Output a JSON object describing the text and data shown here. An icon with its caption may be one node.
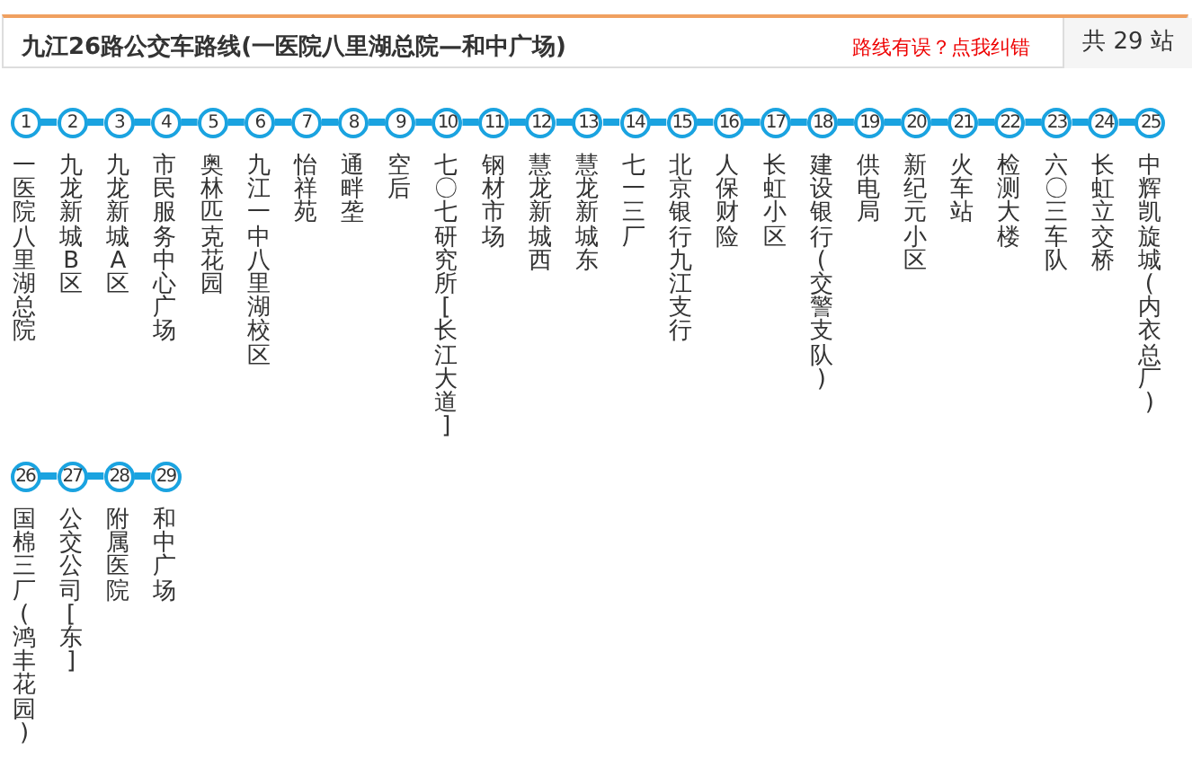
{
  "diagram": {
    "title": "九江26路公交车路线(一医院八里湖总院—和中广场)",
    "nodes": [
      {
        "text": [
          "1"
        ],
        "beside": [
          "一医院八里湖总院"
        ]
      },
      {
        "text": [
          "2"
        ],
        "beside": [
          "九龙新城B区"
        ]
      },
      {
        "text": [
          "3"
        ],
        "beside": [
          "九龙新城A区"
        ]
      },
      {
        "text": [
          "4"
        ],
        "beside": [
          "市民服务中心广场"
        ]
      },
      {
        "text": [
          "5"
        ],
        "beside": [
          "奥林匹克花园"
        ]
      },
      {
        "text": [
          "6"
        ],
        "beside": [
          "九江一中八里湖校区"
        ]
      },
      {
        "text": [
          "7"
        ],
        "beside": [
          "怡祥苑"
        ]
      },
      {
        "text": [
          "8"
        ],
        "beside": [
          "通畔垄"
        ]
      },
      {
        "text": [
          "9"
        ],
        "beside": [
          "空后"
        ]
      },
      {
        "text": [
          "10"
        ],
        "beside": [
          "七〇七研究所[长江大道]"
        ]
      },
      {
        "text": [
          "11"
        ],
        "beside": [
          "钢材市场"
        ]
      },
      {
        "text": [
          "12"
        ],
        "beside": [
          "慧龙新城西"
        ]
      },
      {
        "text": [
          "13"
        ],
        "beside": [
          "慧龙新城东"
        ]
      },
      {
        "text": [
          "14"
        ],
        "beside": [
          "七一三厂"
        ]
      },
      {
        "text": [
          "15"
        ],
        "beside": [
          "北京银行九江支行"
        ]
      },
      {
        "text": [
          "16"
        ],
        "beside": [
          "人保财险"
        ]
      },
      {
        "text": [
          "17"
        ],
        "beside": [
          "长虹小区"
        ]
      },
      {
        "text": [
          "18"
        ],
        "beside": [
          "建设银行(交警支队)"
        ]
      },
      {
        "text": [
          "19"
        ],
        "beside": [
          "供电局"
        ]
      },
      {
        "text": [
          "20"
        ],
        "beside": [
          "新纪元小区"
        ]
      },
      {
        "text": [
          "21"
        ],
        "beside": [
          "火车站"
        ]
      },
      {
        "text": [
          "22"
        ],
        "beside": [
          "检测大楼"
        ]
      },
      {
        "text": [
          "23"
        ],
        "beside": [
          "六〇三车队"
        ]
      },
      {
        "text": [
          "24"
        ],
        "beside": [
          "长虹立交桥"
        ]
      },
      {
        "text": [
          "25"
        ],
        "beside": [
          "中辉凯旋城(内衣总厂)"
        ]
      },
      {
        "text": [
          "26"
        ],
        "beside": [
          "国棉三厂(鸿丰花园)"
        ]
      },
      {
        "text": [
          "27"
        ],
        "beside": [
          "公交公司[东]"
        ]
      },
      {
        "text": [
          "28"
        ],
        "beside": [
          "附属医院"
        ]
      },
      {
        "text": [
          "29"
        ],
        "beside": [
          "和中广场"
        ]
      }
    ],
    "edges": [
      {
        "from": 0,
        "to": 1,
        "arrow": "none"
      },
      {
        "from": 1,
        "to": 2,
        "arrow": "none"
      },
      {
        "from": 2,
        "to": 3,
        "arrow": "none"
      },
      {
        "from": 3,
        "to": 4,
        "arrow": "none"
      },
      {
        "from": 4,
        "to": 5,
        "arrow": "none"
      },
      {
        "from": 5,
        "to": 6,
        "arrow": "none"
      },
      {
        "from": 6,
        "to": 7,
        "arrow": "none"
      },
      {
        "from": 7,
        "to": 8,
        "arrow": "none"
      },
      {
        "from": 8,
        "to": 9,
        "arrow": "none"
      },
      {
        "from": 9,
        "to": 10,
        "arrow": "none"
      },
      {
        "from": 10,
        "to": 11,
        "arrow": "none"
      },
      {
        "from": 11,
        "to": 12,
        "arrow": "none"
      },
      {
        "from": 12,
        "to": 13,
        "arrow": "none"
      },
      {
        "from": 13,
        "to": 14,
        "arrow": "none"
      },
      {
        "from": 14,
        "to": 15,
        "arrow": "none"
      },
      {
        "from": 15,
        "to": 16,
        "arrow": "none"
      },
      {
        "from": 16,
        "to": 17,
        "arrow": "none"
      },
      {
        "from": 17,
        "to": 18,
        "arrow": "none"
      },
      {
        "from": 18,
        "to": 19,
        "arrow": "none"
      },
      {
        "from": 19,
        "to": 20,
        "arrow": "none"
      },
      {
        "from": 20,
        "to": 21,
        "arrow": "none"
      },
      {
        "from": 21,
        "to": 22,
        "arrow": "none"
      },
      {
        "from": 22,
        "to": 23,
        "arrow": "none"
      },
      {
        "from": 23,
        "to": 24,
        "arrow": "none"
      },
      {
        "from": 25,
        "to": 26,
        "arrow": "none"
      },
      {
        "from": 26,
        "to": 27,
        "arrow": "none"
      },
      {
        "from": 27,
        "to": 28,
        "arrow": "none"
      }
    ],
    "labels": [
      "路线有误？点我纠错",
      "共 29 站"
    ]
  }
}
